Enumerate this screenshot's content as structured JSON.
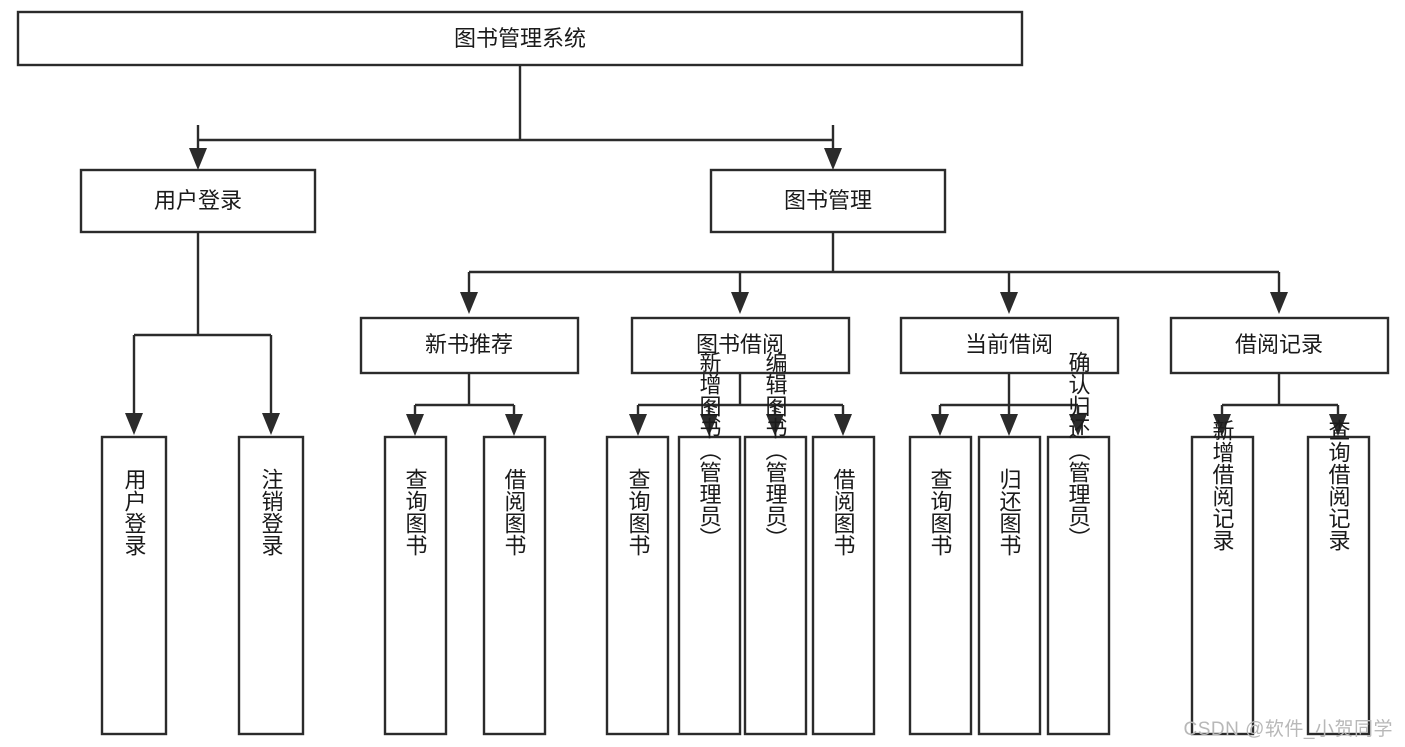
{
  "diagram": {
    "title": "图书管理系统",
    "watermark": "CSDN @软件_小贺同学",
    "nodes": {
      "root": {
        "label": "图书管理系统"
      },
      "level2": [
        {
          "id": "user-login",
          "label": "用户登录"
        },
        {
          "id": "book-management",
          "label": "图书管理"
        }
      ],
      "level3": [
        {
          "id": "new-book-recommend",
          "label": "新书推荐"
        },
        {
          "id": "book-borrow",
          "label": "图书借阅"
        },
        {
          "id": "current-borrow",
          "label": "当前借阅"
        },
        {
          "id": "borrow-record",
          "label": "借阅记录"
        }
      ],
      "leaves": {
        "user-login": [
          {
            "id": "leaf-user-login",
            "label": "用户登录"
          },
          {
            "id": "leaf-logout-login",
            "label": "注销登录"
          }
        ],
        "new-book-recommend": [
          {
            "id": "leaf-query-book-1",
            "label": "查询图书"
          },
          {
            "id": "leaf-borrow-book-1",
            "label": "借阅图书"
          }
        ],
        "book-borrow": [
          {
            "id": "leaf-query-book-2",
            "label": "查询图书"
          },
          {
            "id": "leaf-add-book-admin",
            "label": "新增图书（管理员）"
          },
          {
            "id": "leaf-edit-book-admin",
            "label": "编辑图书（管理员）"
          },
          {
            "id": "leaf-borrow-book-2",
            "label": "借阅图书"
          }
        ],
        "current-borrow": [
          {
            "id": "leaf-query-book-3",
            "label": "查询图书"
          },
          {
            "id": "leaf-return-book",
            "label": "归还图书"
          },
          {
            "id": "leaf-confirm-return-admin",
            "label": "确认归还（管理员）"
          }
        ],
        "borrow-record": [
          {
            "id": "leaf-add-borrow-record",
            "label": "新增借阅记录"
          },
          {
            "id": "leaf-query-borrow-record",
            "label": "查询借阅记录"
          }
        ]
      }
    },
    "colors": {
      "stroke": "#2b2b2b",
      "fill": "#ffffff",
      "text": "#1a1a1a",
      "watermark": "#b8b8b8"
    }
  }
}
